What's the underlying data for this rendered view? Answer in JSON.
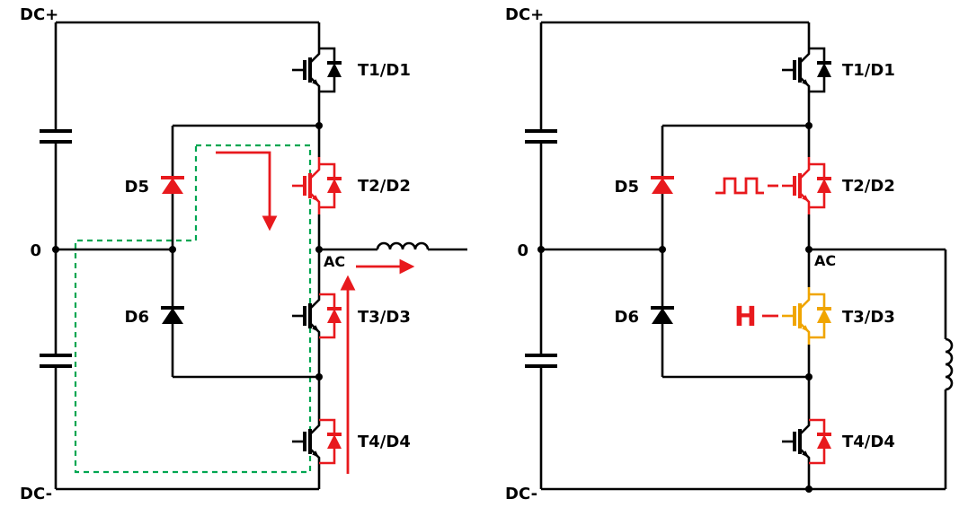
{
  "left_circuit": {
    "labels": {
      "dc_plus": "DC+",
      "dc_minus": "DC-",
      "neutral": "0",
      "ac": "AC",
      "t1": "T1/D1",
      "t2": "T2/D2",
      "t3": "T3/D3",
      "t4": "T4/D4",
      "d5": "D5",
      "d6": "D6"
    }
  },
  "right_circuit": {
    "labels": {
      "dc_plus": "DC+",
      "dc_minus": "DC-",
      "neutral": "0",
      "ac": "AC",
      "t1": "T1/D1",
      "t2": "T2/D2",
      "t3": "T3/D3",
      "t4": "T4/D4",
      "d5": "D5",
      "d6": "D6",
      "gate_signal": "H"
    }
  },
  "colors": {
    "wire": "#000000",
    "highlight_red": "#e8191d",
    "loop_green": "#00a651",
    "gate_yellow": "#f0a500",
    "background": "#ffffff"
  }
}
